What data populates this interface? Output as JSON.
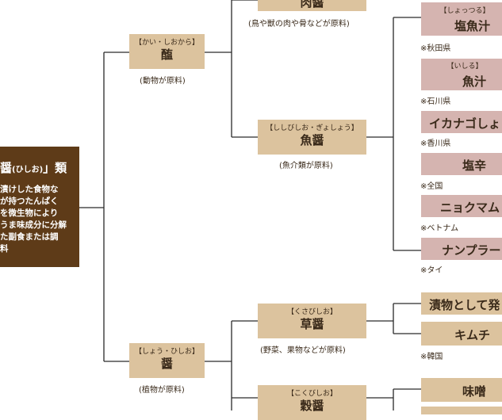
{
  "root": {
    "title": "醤",
    "title_kana": "(ひしお)",
    "title_suffix": "」類",
    "desc_lines": [
      "漬けした食物な",
      "が持つたんぱく",
      "を微生物により",
      "うま味成分に分解",
      "た副食または調",
      "料"
    ]
  },
  "level1": {
    "kai": {
      "kana": "【かい・しおから】",
      "label": "醢",
      "note": "(動物が原料)"
    },
    "sho": {
      "kana": "【しょう・ひしお】",
      "label": "醤",
      "note": "(植物が原料)"
    }
  },
  "level2": {
    "niku": {
      "label": "肉醤",
      "note": "(鳥や獣の肉や骨などが原料)"
    },
    "gyo": {
      "kana": "【ししびしお・ぎょしょう】",
      "label": "魚醤",
      "note": "(魚介類が原料)"
    },
    "kusa": {
      "kana": "【くさびしお】",
      "label": "草醤",
      "note": "(野菜、果物などが原料)"
    },
    "koku": {
      "kana": "【こくびしお】",
      "label": "穀醤"
    }
  },
  "leaves": {
    "shottsuru": {
      "kana": "【しょっつる】",
      "label": "塩魚汁",
      "region": "※秋田県"
    },
    "ishiru": {
      "kana": "【いしる】",
      "label": "魚汁",
      "region": "※石川県"
    },
    "ikanago": {
      "label": "イカナゴしょう",
      "region": "※香川県"
    },
    "shiokara": {
      "label": "塩辛",
      "region": "※全国"
    },
    "nyokuman": {
      "label": "ニョクマム",
      "region": "※ベトナム"
    },
    "nampla": {
      "label": "ナンプラー",
      "region": "※タイ"
    },
    "tsukemono": {
      "label": "漬物として発"
    },
    "kimchi": {
      "label": "キムチ",
      "region": "※韓国"
    },
    "miso": {
      "label": "味噌"
    }
  },
  "colors": {
    "root_bg": "#5e3b18",
    "box_bg": "#dcc39e",
    "leaf_bg": "#d5b4b0",
    "line": "#2a2a2a"
  }
}
